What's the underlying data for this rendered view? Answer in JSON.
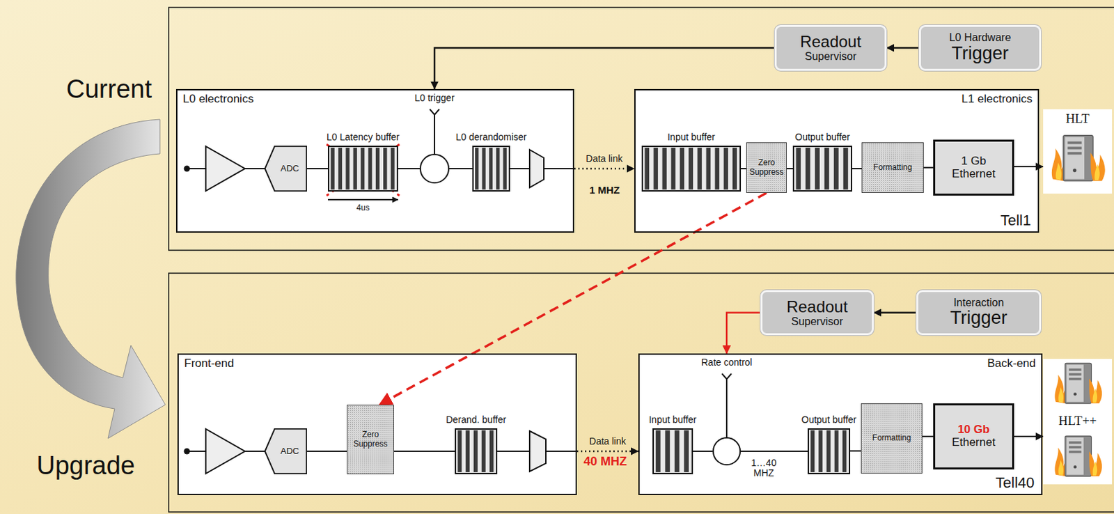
{
  "diagram": {
    "nodes": [
      {
        "text": [
          "Readout",
          "Supervisor"
        ]
      },
      {
        "text": [
          "L0 Hardware",
          "Trigger"
        ]
      },
      {
        "text": [
          "L0 electronics"
        ]
      },
      {
        "text": [
          "ADC"
        ],
        "in": 2
      },
      {
        "text": [
          "L0 Latency buffer"
        ],
        "in": 2
      },
      {
        "text": [
          "L0 trigger"
        ],
        "in": 2
      },
      {
        "text": [
          "L0 derandomiser"
        ],
        "in": 2
      },
      {
        "text": [
          "L1 electronics",
          "Tell1"
        ]
      },
      {
        "text": [
          "Input buffer"
        ],
        "in": 7
      },
      {
        "text": [
          "Zero Suppress"
        ],
        "in": 7
      },
      {
        "text": [
          "Output buffer"
        ],
        "in": 7
      },
      {
        "text": [
          "Formatting"
        ],
        "in": 7
      },
      {
        "text": [
          "1 Gb Ethernet"
        ],
        "in": 7
      },
      {
        "text": [
          "HLT"
        ]
      },
      {
        "text": [
          "Readout",
          "Supervisor"
        ]
      },
      {
        "text": [
          "Interaction",
          "Trigger"
        ]
      },
      {
        "text": [
          "Front-end"
        ]
      },
      {
        "text": [
          "ADC"
        ],
        "in": 16
      },
      {
        "text": [
          "Zero Suppress"
        ],
        "in": 16
      },
      {
        "text": [
          "Derand. buffer"
        ],
        "in": 16
      },
      {
        "text": [
          "Back-end",
          "Tell40"
        ]
      },
      {
        "text": [
          "Input buffer"
        ],
        "in": 20
      },
      {
        "text": [
          "Rate control"
        ],
        "in": 20
      },
      {
        "text": [
          "Output buffer"
        ],
        "in": 20
      },
      {
        "text": [
          "Formatting"
        ],
        "in": 20
      },
      {
        "text": [
          "10 Gb",
          "Ethernet"
        ],
        "in": 20
      },
      {
        "text": [
          "HLT++"
        ]
      }
    ],
    "edges": [
      {
        "from": 1,
        "to": 0,
        "arrow": "to"
      },
      {
        "from": 0,
        "to": 5,
        "arrow": "to"
      },
      {
        "from": 3,
        "to": 4,
        "arrow": "none"
      },
      {
        "from": 4,
        "to": 5,
        "arrow": "none"
      },
      {
        "from": 5,
        "to": 6,
        "arrow": "none"
      },
      {
        "from": 2,
        "to": 7,
        "label": "Data link",
        "arrow": "to"
      },
      {
        "from": 8,
        "to": 9,
        "arrow": "none"
      },
      {
        "from": 9,
        "to": 10,
        "arrow": "none"
      },
      {
        "from": 10,
        "to": 11,
        "arrow": "none"
      },
      {
        "from": 11,
        "to": 12,
        "arrow": "none"
      },
      {
        "from": 12,
        "to": 13,
        "arrow": "to"
      },
      {
        "from": 15,
        "to": 14,
        "arrow": "to"
      },
      {
        "from": 14,
        "to": 22,
        "arrow": "to"
      },
      {
        "from": 17,
        "to": 18,
        "arrow": "none"
      },
      {
        "from": 18,
        "to": 19,
        "arrow": "none"
      },
      {
        "from": 16,
        "to": 20,
        "label": "Data link",
        "arrow": "to"
      },
      {
        "from": 21,
        "to": 22,
        "arrow": "none"
      },
      {
        "from": 22,
        "to": 23,
        "arrow": "none"
      },
      {
        "from": 23,
        "to": 24,
        "arrow": "none"
      },
      {
        "from": 24,
        "to": 25,
        "arrow": "none"
      },
      {
        "from": 25,
        "to": 26,
        "arrow": "to"
      },
      {
        "from": 9,
        "to": 18,
        "arrow": "to"
      }
    ],
    "labels": [
      "Current",
      "Upgrade",
      "4us",
      "1 MHZ",
      "40 MHZ",
      "1…40 MHZ"
    ]
  }
}
